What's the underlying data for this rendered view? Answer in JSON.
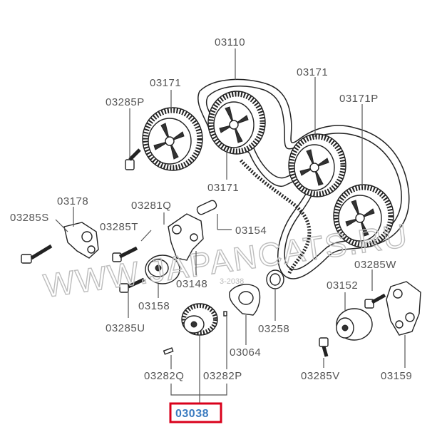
{
  "watermark": "WWW.JAPANCATS.RU",
  "watermark_small": "3-2038",
  "labels": {
    "belt": "03110",
    "cam_top_left": "03171",
    "cam_top_left_center": "03171",
    "cam_top_right": "03171",
    "cam_right": "03171P",
    "bolt_top_left": "03285P",
    "bracket_left": "03178",
    "bolt_left": "03285S",
    "bracket_center": "03281Q",
    "bolt_center": "03285T",
    "pin": "03154",
    "tensioner_arm": "03148",
    "tensioner_pulley": "03158",
    "bolt_lower_left": "03285U",
    "bolt_right": "03285W",
    "idler": "03152",
    "seal": "03258",
    "plate": "03064",
    "bolt_lower_right": "03285V",
    "bracket_right": "03159",
    "key_left": "03282Q",
    "key_right": "03282P",
    "selected_part": "03038"
  },
  "colors": {
    "highlight_border": "#d9001b",
    "highlight_text": "#3a7bc0",
    "label_text": "#555555",
    "watermark": "#bdbdbd"
  }
}
